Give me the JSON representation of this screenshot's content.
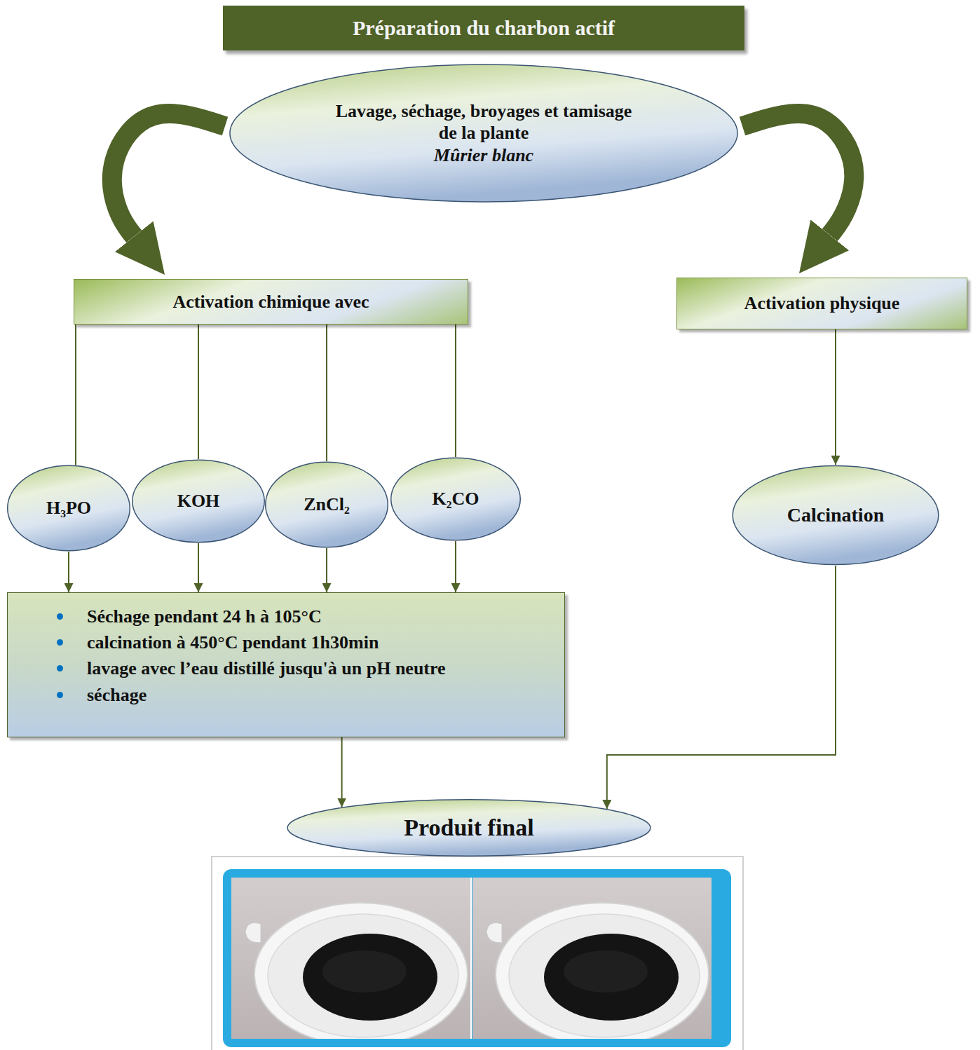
{
  "diagram": {
    "title": "Préparation du charbon actif",
    "nodes": [
      {
        "text": [
          "Lavage, séchage, broyages et tamisage de la plante",
          "Mûrier blanc"
        ]
      },
      {
        "text": [
          "Activation chimique avec"
        ]
      },
      {
        "text": [
          "Activation physique"
        ]
      },
      {
        "text": [
          "H₃PO"
        ]
      },
      {
        "text": [
          "KOH"
        ]
      },
      {
        "text": [
          "ZnCl₂"
        ]
      },
      {
        "text": [
          "K₂CO"
        ]
      },
      {
        "text": [
          "Calcination"
        ]
      },
      {
        "text": [
          "Séchage pendant 24 h à 105°C",
          "calcination à 450°C pendant 1h30min",
          "lavage avec l’eau distillé jusqu'à un pH neutre",
          "séchage"
        ]
      },
      {
        "text": [
          "Produit final"
        ]
      }
    ],
    "edges": [
      {
        "from": 0,
        "to": 1,
        "arrow": "to"
      },
      {
        "from": 0,
        "to": 2,
        "arrow": "to"
      },
      {
        "from": 1,
        "to": 3,
        "arrow": "none"
      },
      {
        "from": 1,
        "to": 4,
        "arrow": "none"
      },
      {
        "from": 1,
        "to": 5,
        "arrow": "none"
      },
      {
        "from": 1,
        "to": 6,
        "arrow": "none"
      },
      {
        "from": 2,
        "to": 7,
        "arrow": "to"
      },
      {
        "from": 3,
        "to": 8,
        "arrow": "to"
      },
      {
        "from": 4,
        "to": 8,
        "arrow": "to"
      },
      {
        "from": 5,
        "to": 8,
        "arrow": "to"
      },
      {
        "from": 6,
        "to": 8,
        "arrow": "to"
      },
      {
        "from": 8,
        "to": 9,
        "arrow": "to"
      },
      {
        "from": 7,
        "to": 9,
        "arrow": "to"
      }
    ]
  }
}
